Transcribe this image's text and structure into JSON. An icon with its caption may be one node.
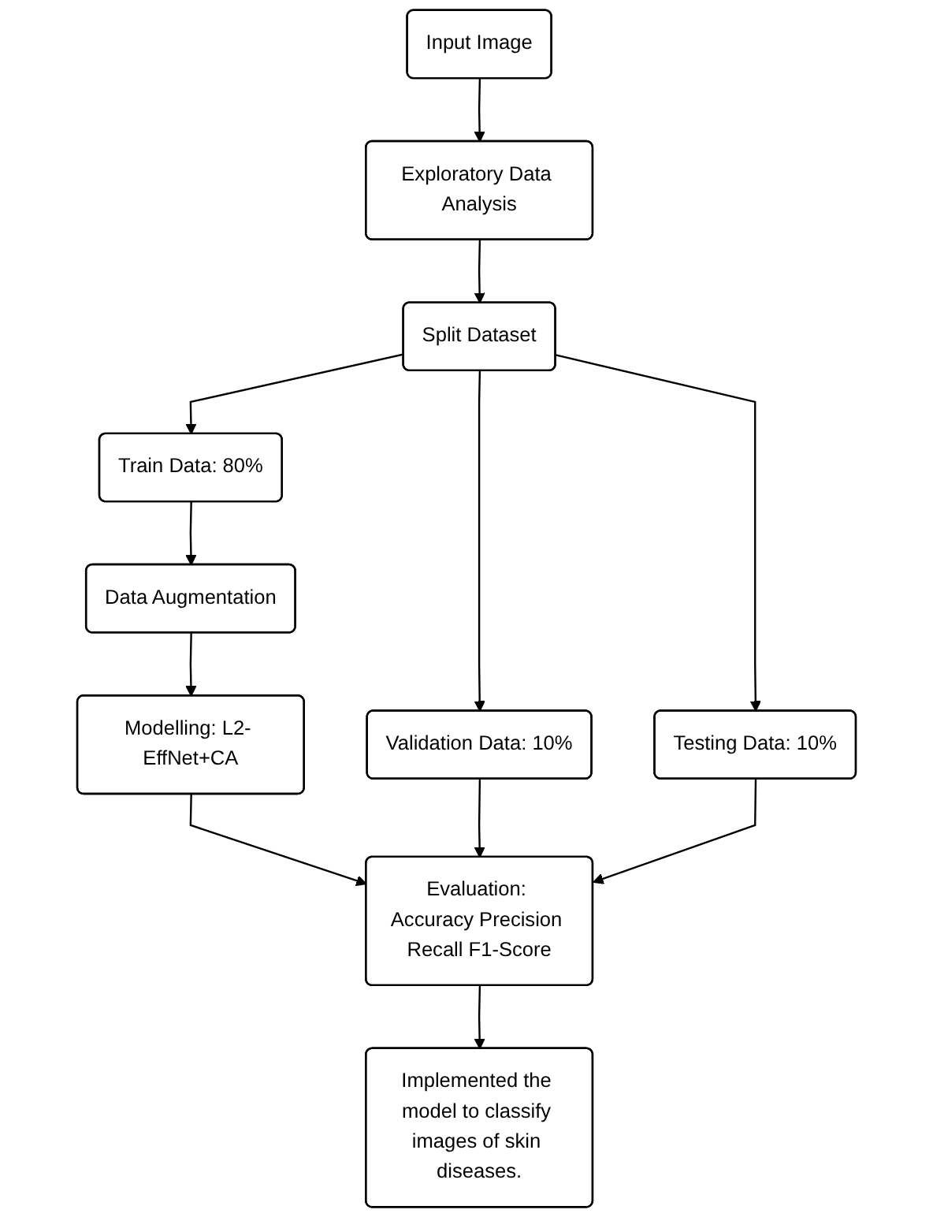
{
  "diagram": {
    "nodes": [
      {
        "text": [
          "Input Image"
        ]
      },
      {
        "text": [
          "Exploratory Data Analysis"
        ]
      },
      {
        "text": [
          "Split Dataset"
        ]
      },
      {
        "text": [
          "Train Data: 80%"
        ]
      },
      {
        "text": [
          "Validation Data: 10%"
        ]
      },
      {
        "text": [
          "Testing Data: 10%"
        ]
      },
      {
        "text": [
          "Data Augmentation"
        ]
      },
      {
        "text": [
          "Modelling: L2- EffNet+CA"
        ]
      },
      {
        "text": [
          "Evaluation: Accuracy Precision Recall F1-Score"
        ]
      },
      {
        "text": [
          "Implemented the model to classify images of skin diseases."
        ]
      }
    ],
    "edges": [
      {
        "from": 0,
        "to": 1,
        "arrow": "to"
      },
      {
        "from": 1,
        "to": 2,
        "arrow": "to"
      },
      {
        "from": 2,
        "to": 3,
        "arrow": "to"
      },
      {
        "from": 2,
        "to": 4,
        "arrow": "to"
      },
      {
        "from": 2,
        "to": 5,
        "arrow": "to"
      },
      {
        "from": 3,
        "to": 6,
        "arrow": "to"
      },
      {
        "from": 6,
        "to": 7,
        "arrow": "to"
      },
      {
        "from": 7,
        "to": 8,
        "arrow": "to"
      },
      {
        "from": 4,
        "to": 8,
        "arrow": "to"
      },
      {
        "from": 5,
        "to": 8,
        "arrow": "to"
      },
      {
        "from": 8,
        "to": 9,
        "arrow": "to"
      }
    ]
  }
}
